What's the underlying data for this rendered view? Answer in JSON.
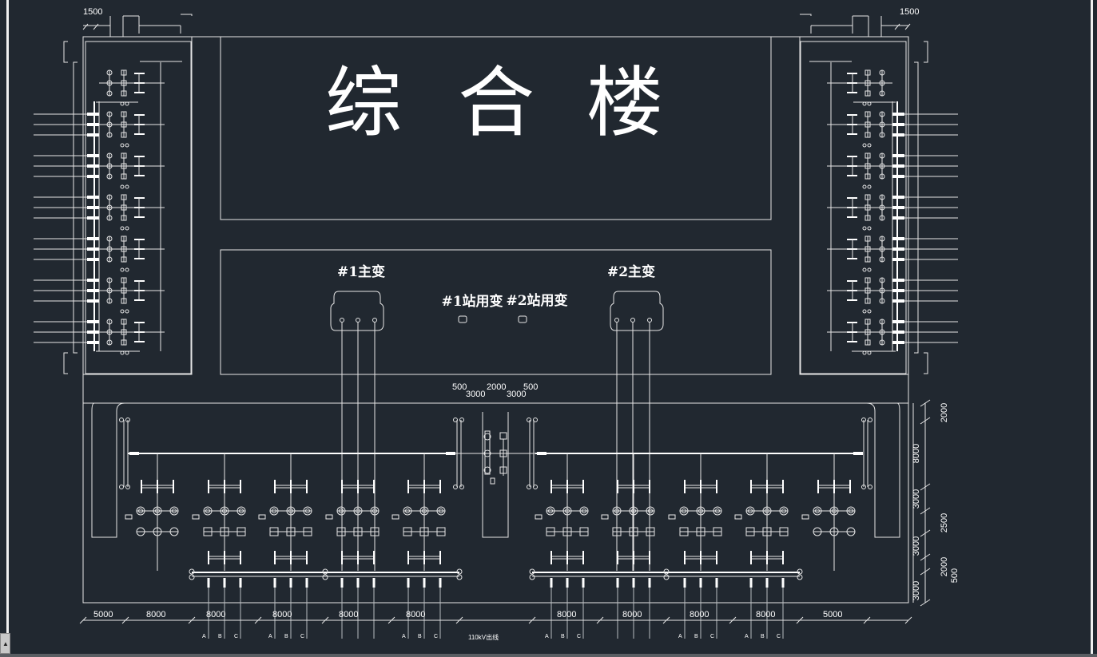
{
  "drawing": {
    "title_building": "综  合  楼",
    "building_chars": [
      "综",
      "合",
      "楼"
    ],
    "transformers": [
      {
        "id": "t1",
        "label": "#1主变"
      },
      {
        "id": "t2",
        "label": "#2主变"
      }
    ],
    "station_transformers": [
      {
        "id": "st1",
        "label": "#1站用变"
      },
      {
        "id": "st2",
        "label": "#2站用变"
      }
    ],
    "bottom_note": "110kV出线",
    "colors": {
      "background": "#212830",
      "lines": "#e6e6e6",
      "text": "#ffffff",
      "frame": "#f0f0f0"
    }
  },
  "dimensions": {
    "top_left": "1500",
    "top_right": "1500",
    "center_top": [
      "500",
      "3000",
      "2000",
      "3000",
      "500"
    ],
    "bottom": [
      "5000",
      "8000",
      "8000",
      "8000",
      "8000",
      "8000",
      "8000",
      "8000",
      "8000",
      "8000",
      "5000"
    ],
    "right_vertical": [
      "2000",
      "8000",
      "3000",
      "2500",
      "3000",
      "2000",
      "500",
      "3000"
    ]
  },
  "phase_labels": [
    "A",
    "B",
    "C"
  ],
  "ui": {
    "scroll_arrow": "▲"
  }
}
